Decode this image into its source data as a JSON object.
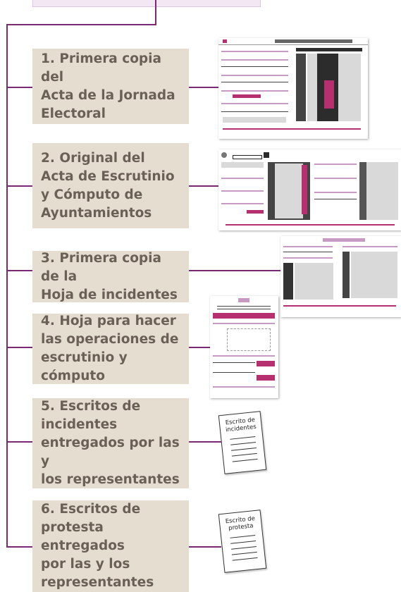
{
  "items": [
    {
      "label": "1. Primera copia del\nActa de la Jornada\nElectoral"
    },
    {
      "label": "2. Original del\nActa de Escrutinio\ny Cómputo de\nAyuntamientos"
    },
    {
      "label": "3. Primera copia de la\nHoja de incidentes"
    },
    {
      "label": "4. Hoja para hacer\nlas operaciones de\nescrutinio y cómputo"
    },
    {
      "label": "5. Escritos de\nincidentes\nentregados por las y\nlos representantes"
    },
    {
      "label": "6. Escritos de\nprotesta entregados\npor las y los\nrepresentantes"
    }
  ],
  "papers": [
    {
      "title": "Escrito de\nincidentes"
    },
    {
      "title": "Escrito de\nprotesta"
    }
  ],
  "colors": {
    "connector": "#7a2a72",
    "box_bg": "#e6ddd1",
    "box_text": "#6b6056"
  }
}
